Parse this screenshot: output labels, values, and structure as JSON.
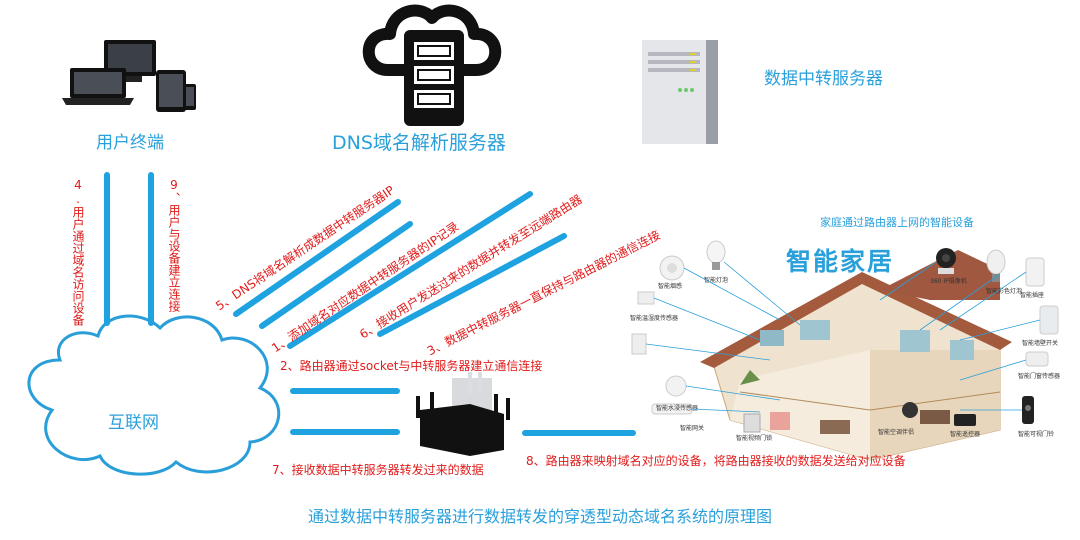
{
  "nodes": {
    "user_terminal": "用户终端",
    "dns_server": "DNS域名解析服务器",
    "relay_server": "数据中转服务器",
    "internet": "互联网",
    "smart_devices_caption": "家庭通过路由器上网的智能设备",
    "smart_home_title": "智能家居"
  },
  "steps": {
    "s4": "4.用户通过域名访问设备",
    "s9": "9、用户与设备建立连接",
    "s5": "5、DNS将域名解析成数据中转服务器IP",
    "s1": "1、添加域名对应数据中转服务器的IP记录",
    "s6": "6、接收用户发送过来的数据并转发至远端路由器",
    "s3": "3、数据中转服务器一直保持与路由器的通信连接",
    "s2": "2、路由器通过socket与中转服务器建立通信连接",
    "s7": "7、接收数据中转服务器转发过来的数据",
    "s8": "8、路由器来映射域名对应的设备，将路由器接收的数据发送给对应设备"
  },
  "caption": "通过数据中转服务器进行数据转发的穿透型动态域名系统的原理图",
  "device_labels": [
    "智能烟感",
    "智能灯泡",
    "360 IP摄像机",
    "智能彩色灯泡",
    "智能插座",
    "智能温湿度传感器",
    "智能门窗传感器",
    "智能空调伴侣",
    "智能水浸传感器",
    "智能网关",
    "智能墙壁开关",
    "智能可视门铃",
    "智能遥控器",
    "智能视频门锁"
  ],
  "colors": {
    "accent": "#1fa3e0",
    "step_text": "#e11b1b",
    "title_blue": "#2aa0db"
  }
}
